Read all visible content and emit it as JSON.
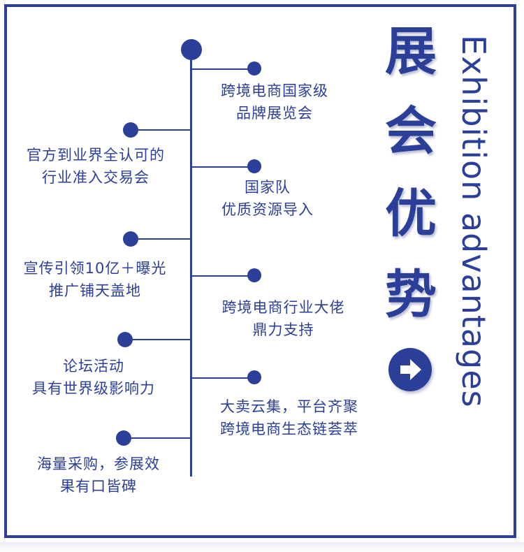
{
  "title": {
    "chars": [
      "展",
      "会",
      "优",
      "势"
    ],
    "subtitle": "Exhibition advantages"
  },
  "timeline": {
    "right_items": [
      {
        "line1": "跨境电商国家级",
        "line2": "品牌展览会"
      },
      {
        "line1": "国家队",
        "line2": "优质资源导入"
      },
      {
        "line1": "跨境电商行业大佬",
        "line2": "鼎力支持"
      },
      {
        "line1": "大卖云集，平台齐聚",
        "line2": "跨境电商生态链荟萃"
      }
    ],
    "left_items": [
      {
        "line1": "官方到业界全认可的",
        "line2": "行业准入交易会"
      },
      {
        "line1": "宣传引领10亿＋曝光",
        "line2": "推广铺天盖地"
      },
      {
        "line1": "论坛活动",
        "line2": "具有世界级影响力"
      },
      {
        "line1": "海量采购，参展效",
        "line2": "果有口皆碑"
      }
    ]
  },
  "icons": {
    "timeline_start": "dot-icon",
    "arrow": "arrow-right-circle-icon"
  },
  "colors": {
    "accent": "#2b3f98",
    "background": "#ffffff"
  }
}
